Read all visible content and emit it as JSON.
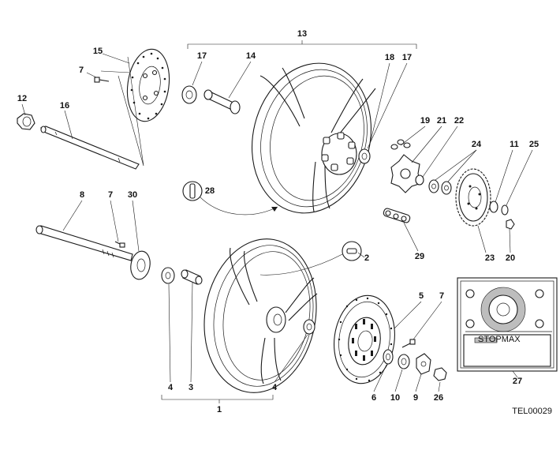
{
  "diagram": {
    "reference_code": "TEL00029",
    "callouts": {
      "c1": "1",
      "c2": "2",
      "c3": "3",
      "c4a": "4",
      "c4b": "4",
      "c5": "5",
      "c6": "6",
      "c7a": "7",
      "c7b": "7",
      "c7c": "7",
      "c8": "8",
      "c9": "9",
      "c10": "10",
      "c11": "11",
      "c12": "12",
      "c13": "13",
      "c14": "14",
      "c15": "15",
      "c16": "16",
      "c17a": "17",
      "c17b": "17",
      "c18": "18",
      "c19": "19",
      "c20": "20",
      "c21": "21",
      "c22": "22",
      "c23": "23",
      "c24": "24",
      "c25": "25",
      "c26": "26",
      "c27": "27",
      "c28": "28",
      "c29": "29",
      "c30": "30"
    },
    "decal": {
      "sticker_text": "STOPMAX"
    }
  }
}
